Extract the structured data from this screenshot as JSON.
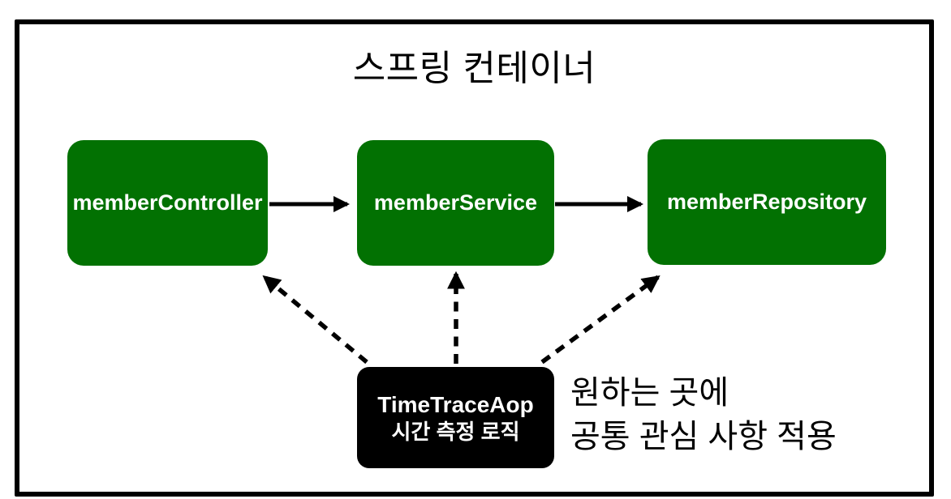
{
  "diagram": {
    "title": "스프링 컨테이너",
    "nodes": [
      {
        "id": "memberController",
        "label": "memberController",
        "shape": "rounded-rect",
        "color": "#027102"
      },
      {
        "id": "memberService",
        "label": "memberService",
        "shape": "rounded-rect",
        "color": "#027102"
      },
      {
        "id": "memberRepository",
        "label": "memberRepository",
        "shape": "rounded-rect",
        "color": "#027102"
      }
    ],
    "aop": {
      "title": "TimeTraceAop",
      "subtitle": "시간 측정 로직",
      "color": "#000000"
    },
    "annotation": {
      "line1": "원하는 곳에",
      "line2": "공통 관심 사항 적용"
    },
    "edges": [
      {
        "from": "memberController",
        "to": "memberService",
        "style": "solid"
      },
      {
        "from": "memberService",
        "to": "memberRepository",
        "style": "solid"
      },
      {
        "from": "TimeTraceAop",
        "to": "memberController",
        "style": "dashed"
      },
      {
        "from": "TimeTraceAop",
        "to": "memberService",
        "style": "dashed"
      },
      {
        "from": "TimeTraceAop",
        "to": "memberRepository",
        "style": "dashed"
      }
    ],
    "colors": {
      "node_green": "#027102",
      "aop_black": "#000000",
      "arrow": "#000000",
      "frame_border": "#000000",
      "background": "#ffffff",
      "node_text": "#ffffff",
      "title_text": "#000000"
    }
  }
}
